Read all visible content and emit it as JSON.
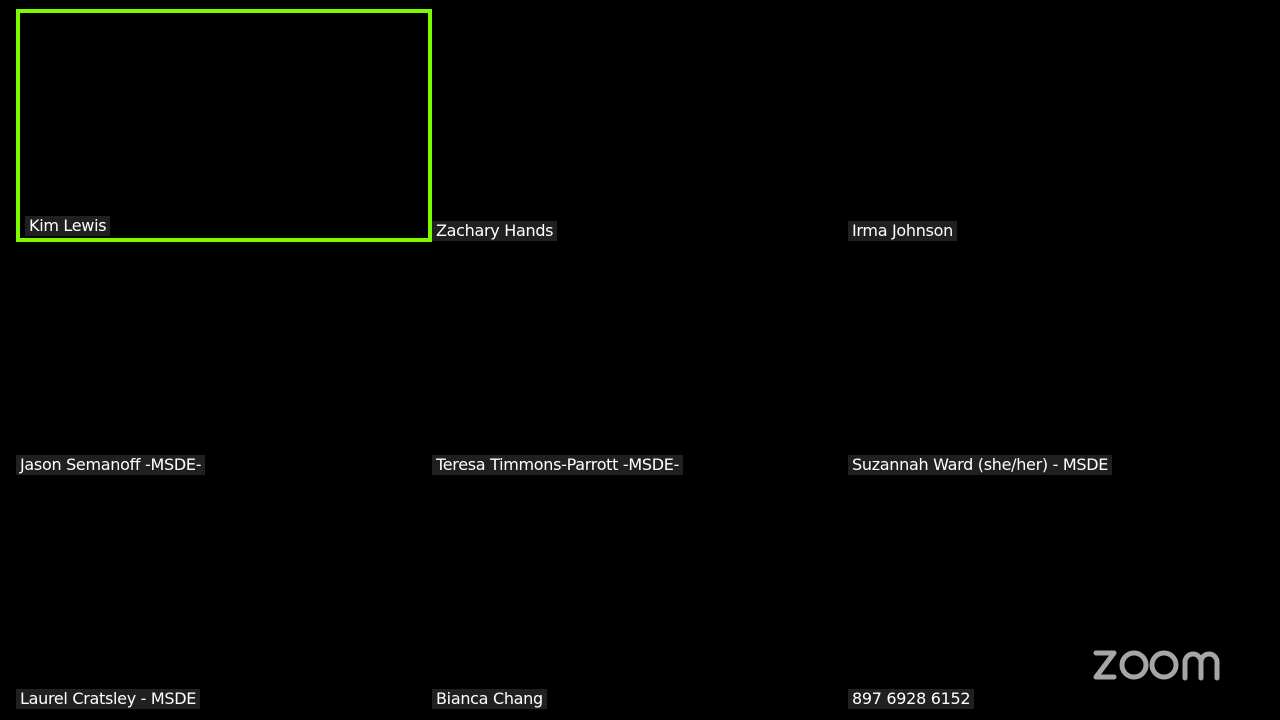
{
  "meeting": {
    "id_text": "897 6928 6152",
    "speaker_highlight_color": "#7dfa00",
    "label_background": "#262626",
    "label_text_color": "#ffffff",
    "watermark": {
      "text": "zoom",
      "icon": "zoom-logo-icon",
      "color": "#a6a6a6"
    }
  },
  "participants": [
    {
      "name": "Kim Lewis",
      "active_speaker": true
    },
    {
      "name": "Zachary Hands",
      "active_speaker": false
    },
    {
      "name": "Irma Johnson",
      "active_speaker": false
    },
    {
      "name": "Jason Semanoff -MSDE-",
      "active_speaker": false
    },
    {
      "name": "Teresa Timmons-Parrott -MSDE-",
      "active_speaker": false
    },
    {
      "name": "Suzannah Ward (she/her) - MSDE",
      "active_speaker": false
    },
    {
      "name": "Laurel Cratsley - MSDE",
      "active_speaker": false
    },
    {
      "name": "Bianca Chang",
      "active_speaker": false
    },
    {
      "name": "897 6928 6152",
      "active_speaker": false
    }
  ]
}
